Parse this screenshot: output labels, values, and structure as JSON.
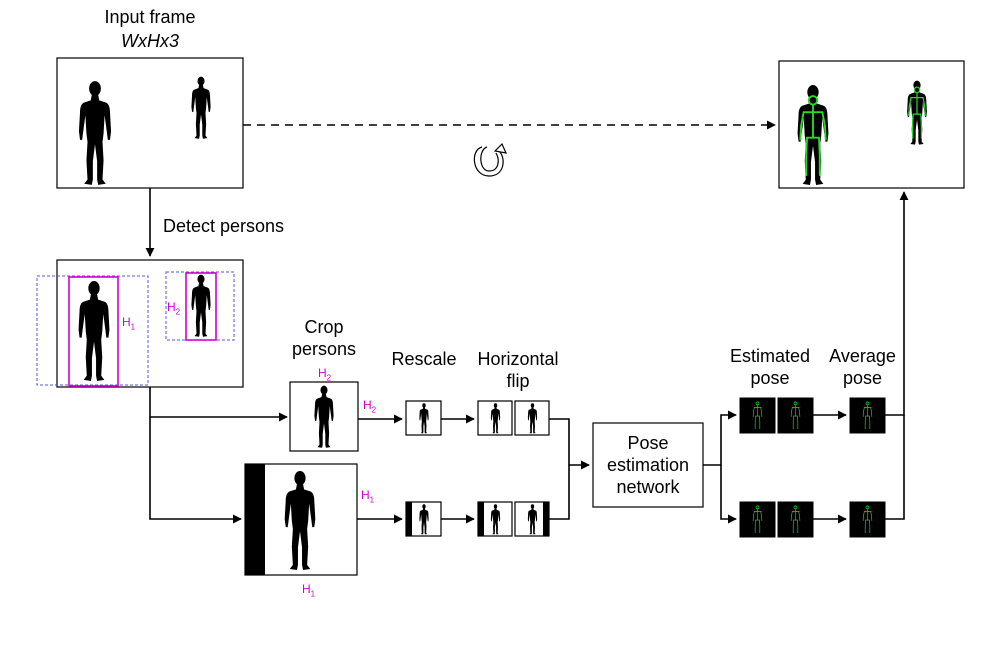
{
  "labels": {
    "input_frame_title": "Input frame",
    "input_frame_dims": "WxHx3",
    "detect_persons": "Detect persons",
    "crop_persons": "Crop\npersons",
    "rescale": "Rescale",
    "horizontal_flip": "Horizontal\nflip",
    "pose_estimation_network": "Pose\nestimation\nnetwork",
    "estimated_pose": "Estimated\npose",
    "average_pose": "Average\npose"
  },
  "height_labels": {
    "h_letter": "H",
    "h1_sub": "1",
    "h2_sub": "2"
  },
  "colors": {
    "magenta": "#d400d4",
    "dashed_box": "#5555dd",
    "skeleton_green": "#22dd22",
    "pose_bg": "#000000",
    "line": "#000000"
  },
  "icons": {
    "person": "person-silhouette-icon",
    "skeleton": "skeleton-icon",
    "loop": "loop-arrow-icon"
  }
}
